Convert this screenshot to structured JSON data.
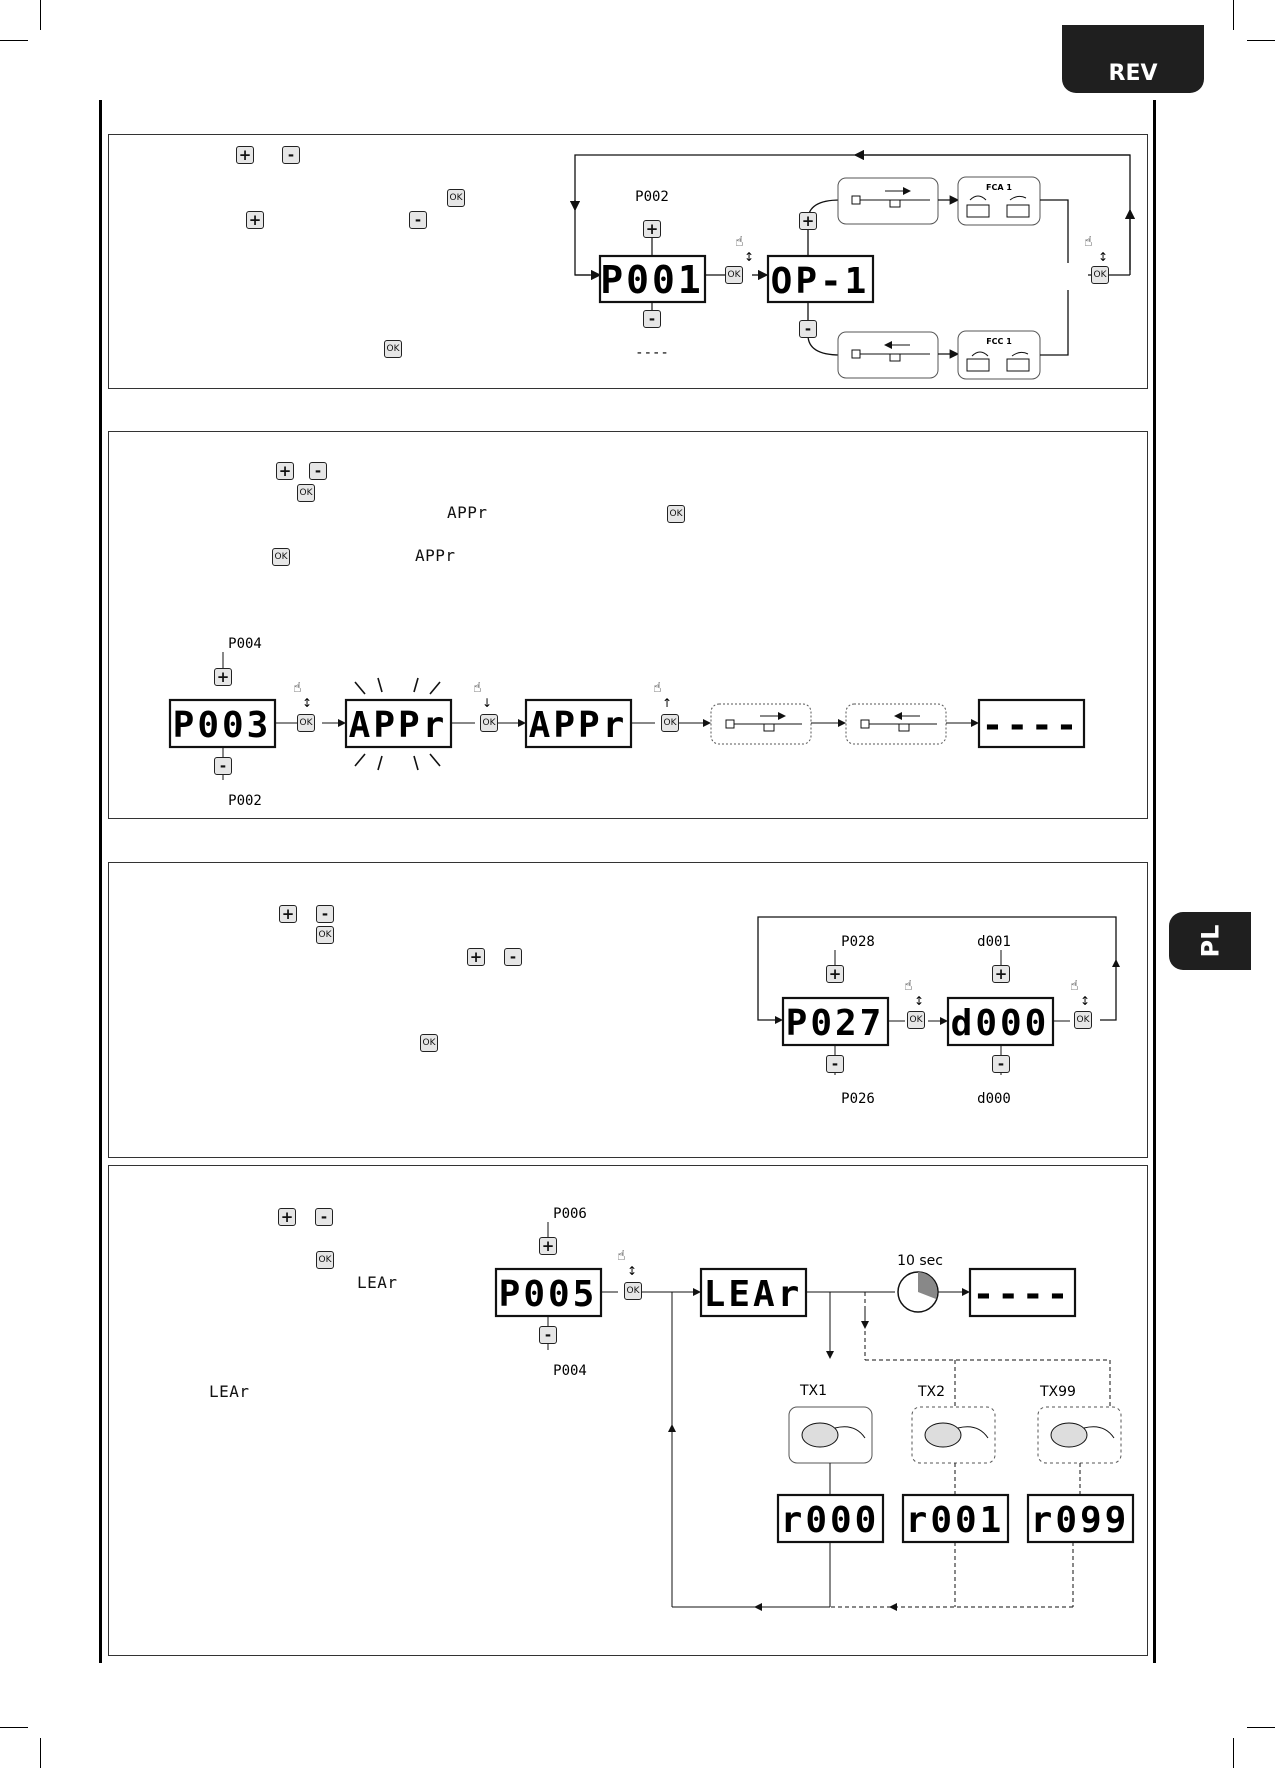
{
  "header": {
    "tab_label": "REV",
    "side_tab_label": "PL"
  },
  "keys": {
    "plus": "+",
    "minus": "-",
    "ok": "OK"
  },
  "panel1": {
    "next_param": "P002",
    "display_param": "P001",
    "display_value": "OP-1",
    "prev_param": "----",
    "fca_label": "FCA 1",
    "fcc_label": "FCC 1"
  },
  "panel2": {
    "inline_code_1": "APPr",
    "inline_code_2": "APPr",
    "next_param": "P004",
    "prev_param": "P002",
    "display_param": "P003",
    "display_blink": "APPr",
    "display_appr": "APPr",
    "display_end": "----"
  },
  "panel3": {
    "next_param": "P028",
    "prev_param": "P026",
    "display_param": "P027",
    "next_value": "d001",
    "prev_value": "d000",
    "display_value": "d000"
  },
  "panel4": {
    "inline_code_1": "LEAr",
    "inline_code_2": "LEAr",
    "next_param": "P006",
    "prev_param": "P004",
    "display_param": "P005",
    "display_learn": "LEAr",
    "timer_label": "10 sec",
    "display_end": "----",
    "tx": [
      "TX1",
      "TX2",
      "TX99"
    ],
    "codes": [
      "r000",
      "r001",
      "r099"
    ]
  }
}
